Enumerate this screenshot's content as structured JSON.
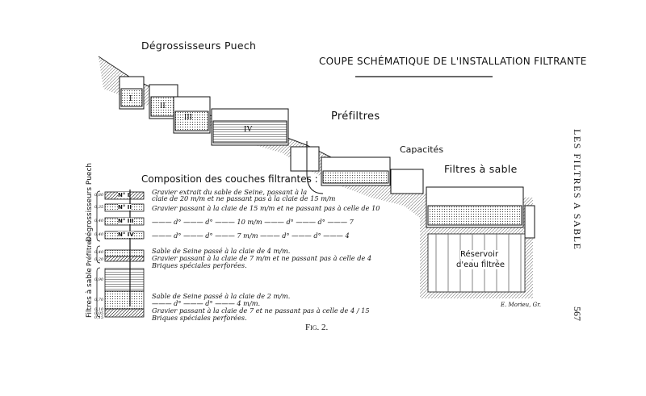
{
  "figure": {
    "labels": {
      "degrossisseurs": "Dégrossisseurs Puech",
      "title": "COUPE SCHÉMATIQUE DE L'INSTALLATION FILTRANTE",
      "prefiltres": "Préfiltres",
      "capacites": "Capacités",
      "filtres_sable": "Filtres à sable",
      "reservoir_1": "Réservoir",
      "reservoir_2": "d'eau filtrée",
      "tanks": [
        "I",
        "II",
        "III",
        "IV"
      ]
    },
    "legend": {
      "heading": "Composition des couches filtrantes :",
      "groups": [
        "Dégrossisseurs Puech",
        "Préfiltres",
        "Filtres à sable"
      ],
      "layers": [
        "N° I",
        "N° II",
        "N° III",
        "N° IV"
      ],
      "thickness": [
        "0,80",
        "0,35",
        "0,40",
        "0,40",
        "0,40",
        "0,20",
        "0,90",
        "0,70",
        "0,10",
        "0,05",
        "0,15"
      ],
      "lines": [
        "Gravier extrait du sable de Seine, passant à la",
        "claie de 20 m/m et ne passant pas à la claie de 15 m/m",
        "Gravier passant à la claie de 15 m/m et ne passant pas à celle de 10",
        "——— d° ——— d° ——— 10 m/m ——— d° ——— d° ——— 7",
        "——— d° ——— d° ——— 7 m/m ——— d° ——— d° ——— 4",
        "Sable de Seine passé à la claie de 4 m/m.",
        "Gravier passant à la claie de 7 m/m et ne passant pas à celle de 4",
        "Briques spéciales perforées.",
        "Sable de Seine passé à la claie de 2 m/m.",
        "——— d° ——— d° ——— 4 m/m.",
        "Gravier passant à la claie de 7 et ne passant pas à celle de 4 / 15",
        "Briques spéciales perforées."
      ]
    },
    "engraver": "E. Morieu, Gr.",
    "caption": "Fig. 2."
  },
  "page": {
    "running_head": "LES FILTRES A SABLE",
    "number": "567"
  }
}
